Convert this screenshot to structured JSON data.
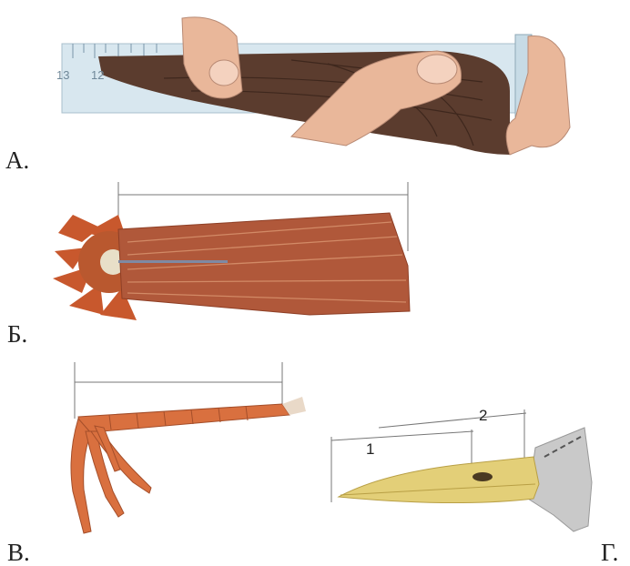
{
  "figure": {
    "panel_a": {
      "letter": "А.",
      "ruler_labels": [
        "13",
        "12"
      ]
    },
    "panel_b": {
      "letter": "Б."
    },
    "panel_v": {
      "letter": "В."
    },
    "panel_g": {
      "letter": "Г.",
      "measure_1": "1",
      "measure_2": "2"
    }
  },
  "colors": {
    "wing": "#5b3c2e",
    "tail": "#b0583a",
    "leg": "#d9703f",
    "beak": "#e3cf78",
    "skin": "#e9b79a",
    "ruler": "#d8e7ef"
  }
}
